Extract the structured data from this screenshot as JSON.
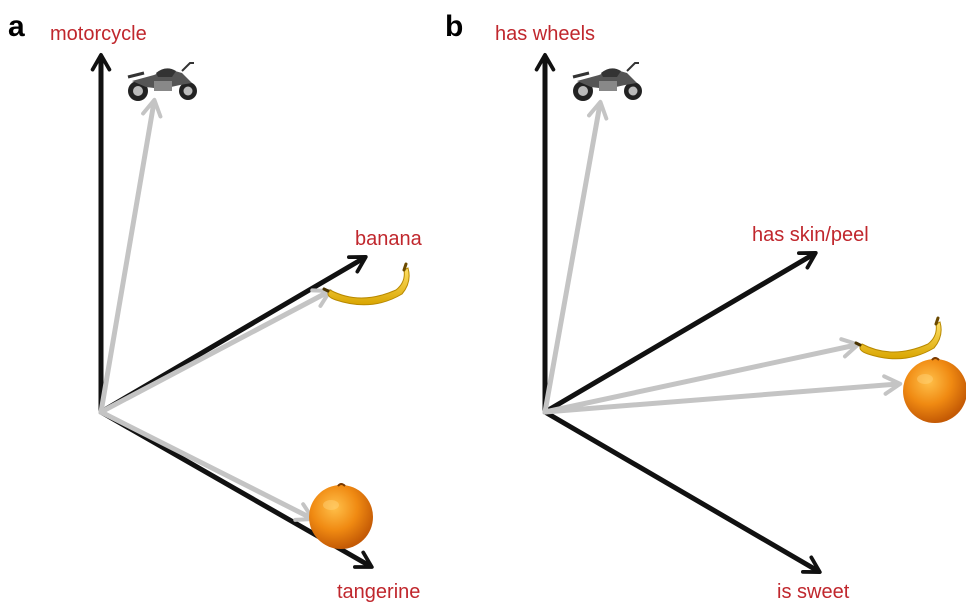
{
  "colors": {
    "axis": "#111111",
    "item_vector": "#c4c4c4",
    "label": "#c0272d",
    "banana": "#f3c61a",
    "tangerine": "#f08a12"
  },
  "panel_a": {
    "letter": "a",
    "axes": [
      "motorcycle",
      "banana",
      "tangerine"
    ],
    "items": [
      {
        "name": "motorcycle",
        "icon": "motorcycle-icon"
      },
      {
        "name": "banana",
        "icon": "banana-icon"
      },
      {
        "name": "tangerine",
        "icon": "tangerine-icon"
      }
    ]
  },
  "panel_b": {
    "letter": "b",
    "axes": [
      "has wheels",
      "has skin/peel",
      "is sweet"
    ],
    "items": [
      {
        "name": "motorcycle",
        "icon": "motorcycle-icon"
      },
      {
        "name": "banana",
        "icon": "banana-icon"
      },
      {
        "name": "tangerine",
        "icon": "tangerine-icon"
      }
    ]
  }
}
